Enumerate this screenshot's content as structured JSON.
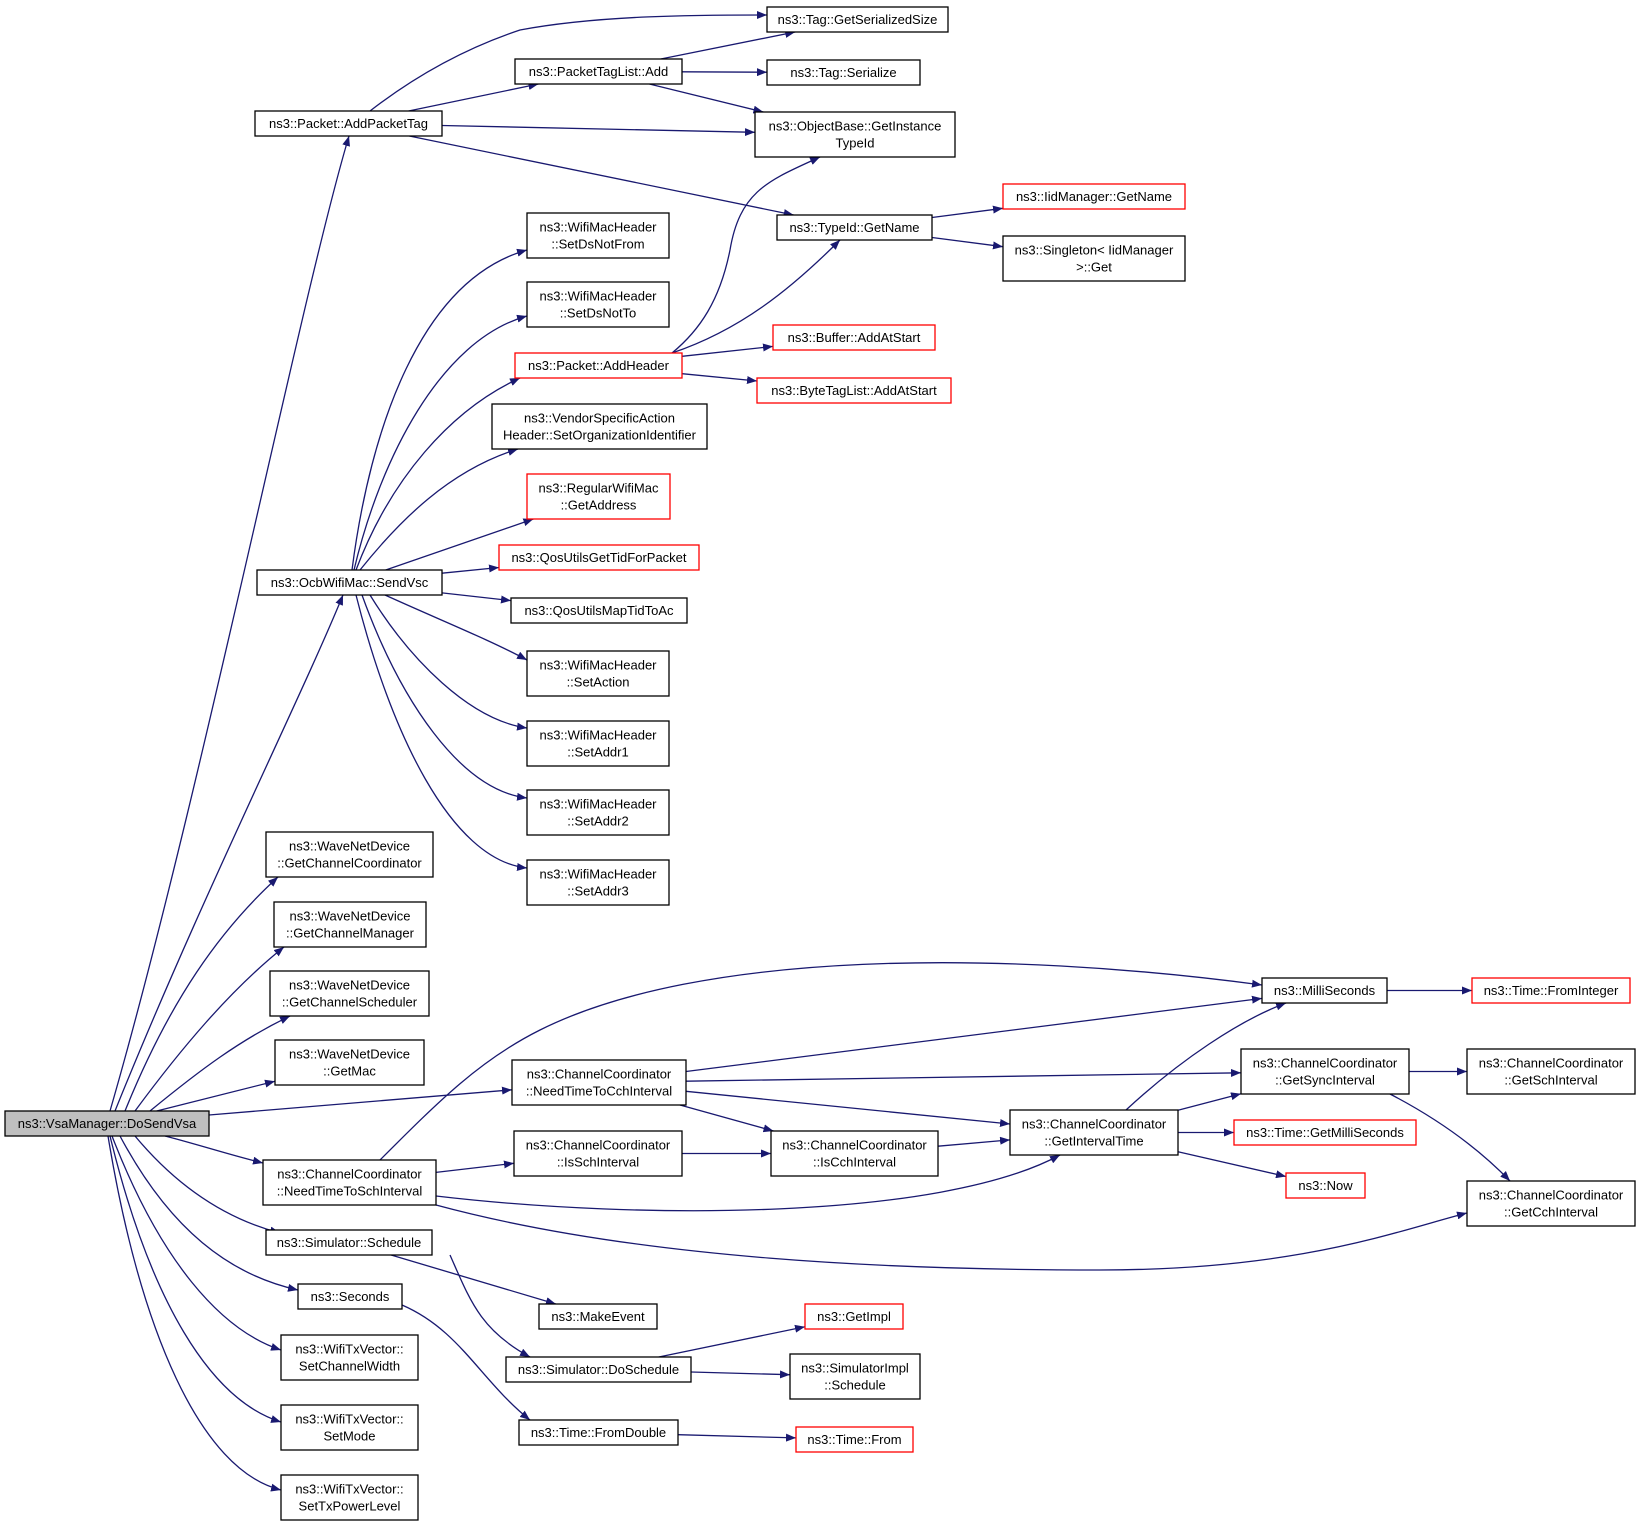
{
  "nodes": [
    {
      "id": "dosendvsa",
      "lines": [
        "ns3::VsaManager::DoSendVsa"
      ],
      "style": "root"
    },
    {
      "id": "addpackettag",
      "lines": [
        "ns3::Packet::AddPacketTag"
      ],
      "style": "normal"
    },
    {
      "id": "sendvsc",
      "lines": [
        "ns3::OcbWifiMac::SendVsc"
      ],
      "style": "normal"
    },
    {
      "id": "getchannelcoordinator",
      "lines": [
        "ns3::WaveNetDevice",
        "::GetChannelCoordinator"
      ],
      "style": "normal"
    },
    {
      "id": "getchannelmanager",
      "lines": [
        "ns3::WaveNetDevice",
        "::GetChannelManager"
      ],
      "style": "normal"
    },
    {
      "id": "getchannelscheduler",
      "lines": [
        "ns3::WaveNetDevice",
        "::GetChannelScheduler"
      ],
      "style": "normal"
    },
    {
      "id": "getmac",
      "lines": [
        "ns3::WaveNetDevice",
        "::GetMac"
      ],
      "style": "normal"
    },
    {
      "id": "needtimetocchinterval",
      "lines": [
        "ns3::ChannelCoordinator",
        "::NeedTimeToCchInterval"
      ],
      "style": "normal"
    },
    {
      "id": "needtimetoschinterval",
      "lines": [
        "ns3::ChannelCoordinator",
        "::NeedTimeToSchInterval"
      ],
      "style": "normal"
    },
    {
      "id": "schedule",
      "lines": [
        "ns3::Simulator::Schedule"
      ],
      "style": "normal"
    },
    {
      "id": "seconds",
      "lines": [
        "ns3::Seconds"
      ],
      "style": "normal"
    },
    {
      "id": "setchannelwidth",
      "lines": [
        "ns3::WifiTxVector::",
        "SetChannelWidth"
      ],
      "style": "normal"
    },
    {
      "id": "setmode",
      "lines": [
        "ns3::WifiTxVector::",
        "SetMode"
      ],
      "style": "normal"
    },
    {
      "id": "settxpowerlevel",
      "lines": [
        "ns3::WifiTxVector::",
        "SetTxPowerLevel"
      ],
      "style": "normal"
    },
    {
      "id": "packettaglistadd",
      "lines": [
        "ns3::PacketTagList::Add"
      ],
      "style": "normal"
    },
    {
      "id": "setdsnotfrom",
      "lines": [
        "ns3::WifiMacHeader",
        "::SetDsNotFrom"
      ],
      "style": "normal"
    },
    {
      "id": "setdsnotto",
      "lines": [
        "ns3::WifiMacHeader",
        "::SetDsNotTo"
      ],
      "style": "normal"
    },
    {
      "id": "addheader",
      "lines": [
        "ns3::Packet::AddHeader"
      ],
      "style": "truncated"
    },
    {
      "id": "setorgid",
      "lines": [
        "ns3::VendorSpecificAction",
        "Header::SetOrganizationIdentifier"
      ],
      "style": "normal"
    },
    {
      "id": "getaddress",
      "lines": [
        "ns3::RegularWifiMac",
        "::GetAddress"
      ],
      "style": "truncated"
    },
    {
      "id": "qosgettid",
      "lines": [
        "ns3::QosUtilsGetTidForPacket"
      ],
      "style": "truncated"
    },
    {
      "id": "qosmaptid",
      "lines": [
        "ns3::QosUtilsMapTidToAc"
      ],
      "style": "normal"
    },
    {
      "id": "setaction",
      "lines": [
        "ns3::WifiMacHeader",
        "::SetAction"
      ],
      "style": "normal"
    },
    {
      "id": "setaddr1",
      "lines": [
        "ns3::WifiMacHeader",
        "::SetAddr1"
      ],
      "style": "normal"
    },
    {
      "id": "setaddr2",
      "lines": [
        "ns3::WifiMacHeader",
        "::SetAddr2"
      ],
      "style": "normal"
    },
    {
      "id": "setaddr3",
      "lines": [
        "ns3::WifiMacHeader",
        "::SetAddr3"
      ],
      "style": "normal"
    },
    {
      "id": "isschinterval",
      "lines": [
        "ns3::ChannelCoordinator",
        "::IsSchInterval"
      ],
      "style": "normal"
    },
    {
      "id": "makeevent",
      "lines": [
        "ns3::MakeEvent"
      ],
      "style": "normal"
    },
    {
      "id": "doschedule",
      "lines": [
        "ns3::Simulator::DoSchedule"
      ],
      "style": "normal"
    },
    {
      "id": "fromdouble",
      "lines": [
        "ns3::Time::FromDouble"
      ],
      "style": "normal"
    },
    {
      "id": "taggetserializedsize",
      "lines": [
        "ns3::Tag::GetSerializedSize"
      ],
      "style": "normal"
    },
    {
      "id": "tagserialize",
      "lines": [
        "ns3::Tag::Serialize"
      ],
      "style": "normal"
    },
    {
      "id": "getinstancetypeid",
      "lines": [
        "ns3::ObjectBase::GetInstance",
        "TypeId"
      ],
      "style": "normal"
    },
    {
      "id": "typeidgetname",
      "lines": [
        "ns3::TypeId::GetName"
      ],
      "style": "normal"
    },
    {
      "id": "bufferaddatstart",
      "lines": [
        "ns3::Buffer::AddAtStart"
      ],
      "style": "truncated"
    },
    {
      "id": "bytetaglistaddatstart",
      "lines": [
        "ns3::ByteTagList::AddAtStart"
      ],
      "style": "truncated"
    },
    {
      "id": "iscchinterval",
      "lines": [
        "ns3::ChannelCoordinator",
        "::IsCchInterval"
      ],
      "style": "normal"
    },
    {
      "id": "getimpl",
      "lines": [
        "ns3::GetImpl"
      ],
      "style": "truncated"
    },
    {
      "id": "simimplschedule",
      "lines": [
        "ns3::SimulatorImpl",
        "::Schedule"
      ],
      "style": "normal"
    },
    {
      "id": "timefrom",
      "lines": [
        "ns3::Time::From"
      ],
      "style": "truncated"
    },
    {
      "id": "iidgetname",
      "lines": [
        "ns3::IidManager::GetName"
      ],
      "style": "truncated"
    },
    {
      "id": "singletonget",
      "lines": [
        "ns3::Singleton< IidManager",
        " >::Get"
      ],
      "style": "normal"
    },
    {
      "id": "getintervaltime",
      "lines": [
        "ns3::ChannelCoordinator",
        "::GetIntervalTime"
      ],
      "style": "normal"
    },
    {
      "id": "milliseconds",
      "lines": [
        "ns3::MilliSeconds"
      ],
      "style": "normal"
    },
    {
      "id": "getsyncinterval",
      "lines": [
        "ns3::ChannelCoordinator",
        "::GetSyncInterval"
      ],
      "style": "normal"
    },
    {
      "id": "getmilliseconds",
      "lines": [
        "ns3::Time::GetMilliSeconds"
      ],
      "style": "truncated"
    },
    {
      "id": "now",
      "lines": [
        "ns3::Now"
      ],
      "style": "truncated"
    },
    {
      "id": "timefrominteger",
      "lines": [
        "ns3::Time::FromInteger"
      ],
      "style": "truncated"
    },
    {
      "id": "getschinterval",
      "lines": [
        "ns3::ChannelCoordinator",
        "::GetSchInterval"
      ],
      "style": "normal"
    },
    {
      "id": "getcchinterval",
      "lines": [
        "ns3::ChannelCoordinator",
        "::GetCchInterval"
      ],
      "style": "normal"
    }
  ],
  "edges": [
    [
      "dosendvsa",
      "addpackettag"
    ],
    [
      "dosendvsa",
      "sendvsc"
    ],
    [
      "dosendvsa",
      "getchannelcoordinator"
    ],
    [
      "dosendvsa",
      "getchannelmanager"
    ],
    [
      "dosendvsa",
      "getchannelscheduler"
    ],
    [
      "dosendvsa",
      "getmac"
    ],
    [
      "dosendvsa",
      "needtimetocchinterval"
    ],
    [
      "dosendvsa",
      "needtimetoschinterval"
    ],
    [
      "dosendvsa",
      "schedule"
    ],
    [
      "dosendvsa",
      "seconds"
    ],
    [
      "dosendvsa",
      "setchannelwidth"
    ],
    [
      "dosendvsa",
      "setmode"
    ],
    [
      "dosendvsa",
      "settxpowerlevel"
    ],
    [
      "addpackettag",
      "taggetserializedsize"
    ],
    [
      "addpackettag",
      "packettaglistadd"
    ],
    [
      "addpackettag",
      "getinstancetypeid"
    ],
    [
      "addpackettag",
      "typeidgetname"
    ],
    [
      "packettaglistadd",
      "taggetserializedsize"
    ],
    [
      "packettaglistadd",
      "tagserialize"
    ],
    [
      "packettaglistadd",
      "getinstancetypeid"
    ],
    [
      "sendvsc",
      "setdsnotfrom"
    ],
    [
      "sendvsc",
      "setdsnotto"
    ],
    [
      "sendvsc",
      "addheader"
    ],
    [
      "sendvsc",
      "setorgid"
    ],
    [
      "sendvsc",
      "getaddress"
    ],
    [
      "sendvsc",
      "qosgettid"
    ],
    [
      "sendvsc",
      "qosmaptid"
    ],
    [
      "sendvsc",
      "setaction"
    ],
    [
      "sendvsc",
      "setaddr1"
    ],
    [
      "sendvsc",
      "setaddr2"
    ],
    [
      "sendvsc",
      "setaddr3"
    ],
    [
      "addheader",
      "getinstancetypeid"
    ],
    [
      "addheader",
      "typeidgetname"
    ],
    [
      "addheader",
      "bufferaddatstart"
    ],
    [
      "addheader",
      "bytetaglistaddatstart"
    ],
    [
      "typeidgetname",
      "iidgetname"
    ],
    [
      "typeidgetname",
      "singletonget"
    ],
    [
      "needtimetocchinterval",
      "milliseconds"
    ],
    [
      "needtimetocchinterval",
      "getsyncinterval"
    ],
    [
      "needtimetocchinterval",
      "getintervaltime"
    ],
    [
      "needtimetocchinterval",
      "iscchinterval"
    ],
    [
      "needtimetoschinterval",
      "milliseconds"
    ],
    [
      "needtimetoschinterval",
      "isschinterval"
    ],
    [
      "needtimetoschinterval",
      "getintervaltime"
    ],
    [
      "needtimetoschinterval",
      "getcchinterval"
    ],
    [
      "isschinterval",
      "iscchinterval"
    ],
    [
      "iscchinterval",
      "getintervaltime"
    ],
    [
      "getintervaltime",
      "milliseconds"
    ],
    [
      "getintervaltime",
      "getsyncinterval"
    ],
    [
      "getintervaltime",
      "getmilliseconds"
    ],
    [
      "getintervaltime",
      "now"
    ],
    [
      "milliseconds",
      "timefrominteger"
    ],
    [
      "getsyncinterval",
      "getschinterval"
    ],
    [
      "getsyncinterval",
      "getcchinterval"
    ],
    [
      "schedule",
      "makeevent"
    ],
    [
      "schedule",
      "doschedule"
    ],
    [
      "doschedule",
      "getimpl"
    ],
    [
      "doschedule",
      "simimplschedule"
    ],
    [
      "seconds",
      "fromdouble"
    ],
    [
      "fromdouble",
      "timefrom"
    ]
  ]
}
